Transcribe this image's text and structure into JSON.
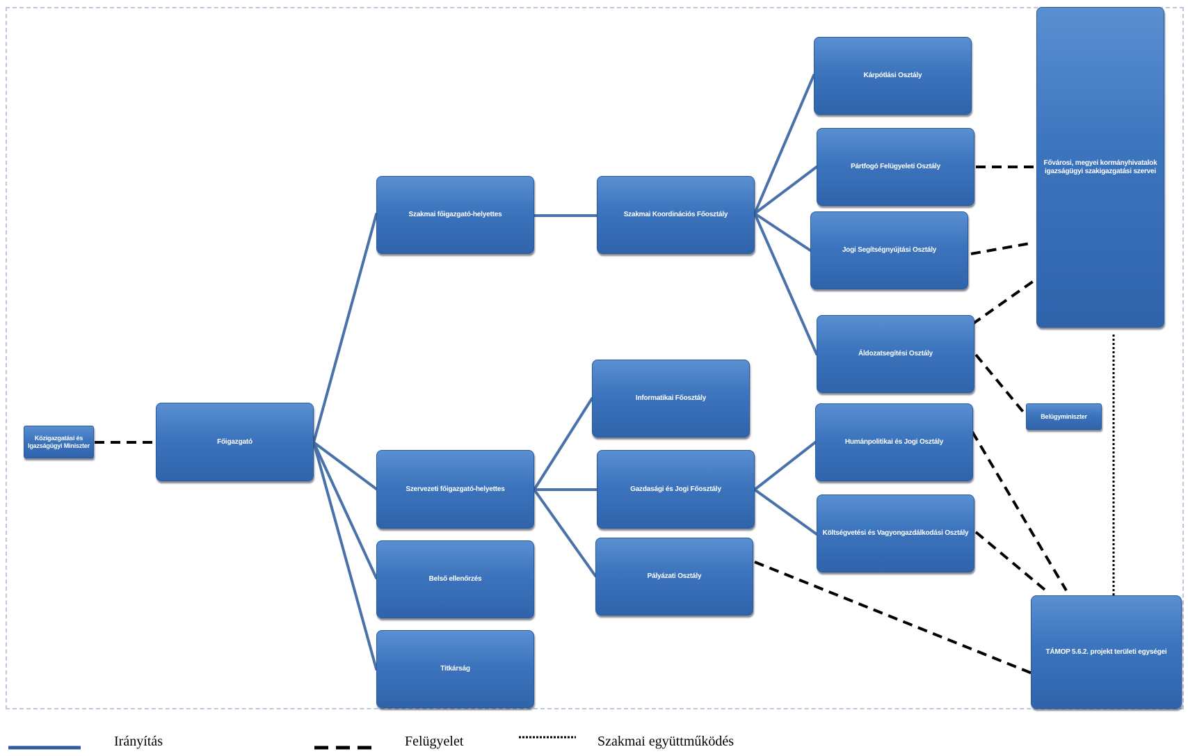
{
  "nodes": {
    "miniszter": "Közigazgatási és Igazságügyi Miniszter",
    "foigazgato": "Főigazgató",
    "szakmai_helyettes": "Szakmai főigazgató-helyettes",
    "szervezeti_helyettes": "Szervezeti főigazgató-helyettes",
    "belso_ellenorzes": "Belső ellenőrzés",
    "titkarsag": "Titkárság",
    "szakmai_koordinacios": "Szakmai Koordinációs Főosztály",
    "informatikai": "Informatikai Főosztály",
    "gazdasagi_jogi": "Gazdasági és Jogi Főosztály",
    "palyazati": "Pályázati Osztály",
    "karpotlasi": "Kárpótlási Osztály",
    "partfogo": "Pártfogó Felügyeleti Osztály",
    "jogi_segitsegnyujtasi": "Jogi Segítségnyújtási Osztály",
    "aldozatsegitesi": "Áldozatsegítési Osztály",
    "humanpolitikai": "Humánpolitikai és Jogi Osztály",
    "koltsegvetesi": "Költségvetési és Vagyongazdálkodási Osztály",
    "fovarosi": "Fővárosi, megyei kormányhivatalok igazságügyi szakigazgatási szervei",
    "belugyminiszter": "Belügyminiszter",
    "tamop": "TÁMOP 5.6.2. projekt területi egységei"
  },
  "legend": {
    "iranyitas": "Irányítás",
    "felugyelet": "Felügyelet",
    "szakmai_egyuttmukodes": "Szakmai együttműködés"
  },
  "colors": {
    "box": "#3c74bd",
    "control_line": "#4a72aa",
    "supervision_line": "#000000",
    "frame": "#b8c8e0"
  }
}
